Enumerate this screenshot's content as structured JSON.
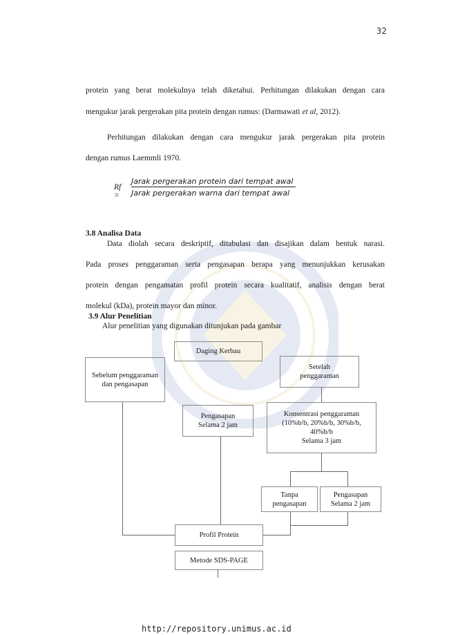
{
  "page_number": "32",
  "paragraphs": {
    "p1_line1": "protein yang berat molekulnya telah diketahui. Perhitungan dilakukan dengan cara",
    "p1_line2_pre": "mengukur jarak pergerakan pita protein dengan rumus: (Darmawati ",
    "p1_line2_em": "et al",
    "p1_line2_post": ", 2012).",
    "p2_line1": "Perhitungan dilakukan dengan cara mengukur jarak pergerakan pita protein",
    "p2_line2": "dengan rumus Laemmli 1970."
  },
  "formula": {
    "lhs": "Rf =",
    "numerator": "Jarak pergerakan protein dari tempat awal",
    "denominator": "Jarak pergerakan warna dari tempat awal"
  },
  "section_38": {
    "heading": "3.8  Analisa Data",
    "line1": "Data diolah secara deskriptif, ditabulasi dan disajikan dalam bentuk narasi.",
    "line2": "Pada proses penggaraman serta pengasapan berapa yang menunjukkan kerusakan",
    "line3": "protein dengan pengamatan profil protein secara kualitatif, analisis dengan berat",
    "line4": "molekul (kDa), protein mayor dan minor."
  },
  "section_39": {
    "heading": "3.9  Alur Penelitian",
    "intro": "Alur penelitian yang digunakan ditunjukan pada gambar"
  },
  "flowchart": {
    "daging": "Daging Kerbau",
    "sebelum": "Sebelum penggaraman dan pengasapan",
    "setelah": "Setelah penggaraman",
    "pengasapan_left": "Pengasapan Selama 2 jam",
    "konsentrasi_l1": "Konsentrasi penggaraman",
    "konsentrasi_l2": "(10%b/b, 20%b/b, 30%b/b,",
    "konsentrasi_l3": "40%b/b",
    "konsentrasi_l4": "Selama 3 jam",
    "tanpa": "Tanpa pengasapan",
    "pengasapan_right": "Pengasapan Selama 2 jam",
    "profil": "Profil Protein",
    "metode": "Metode SDS-PAGE"
  },
  "footer": "http://repository.unimus.ac.id",
  "colors": {
    "watermark": "#2a4fa0",
    "watermark_accent": "#c9a227"
  }
}
